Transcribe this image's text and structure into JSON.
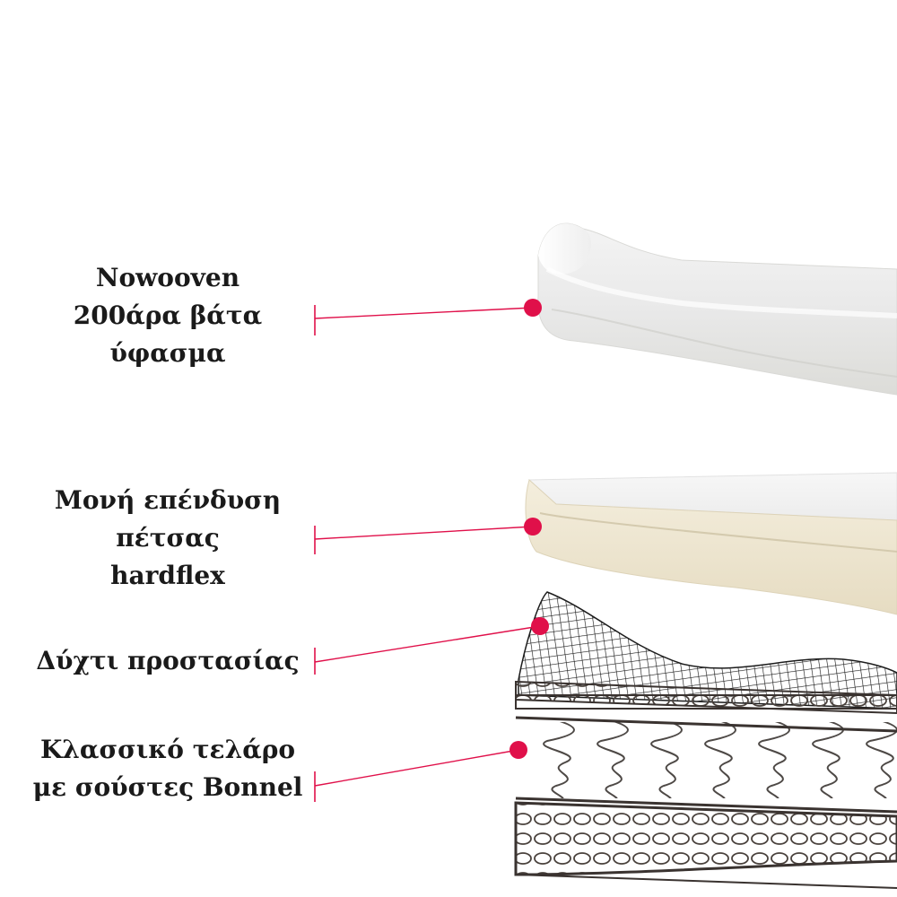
{
  "layers": [
    {
      "lines": [
        "Nowooven",
        "200άρα βάτα",
        "ύφασμα"
      ]
    },
    {
      "lines": [
        "Μονή επένδυση",
        "πέτσας",
        "hardflex"
      ]
    },
    {
      "lines": [
        "Δύχτι προστασίας"
      ]
    },
    {
      "lines": [
        "Κλασσικό τελάρο",
        "με σούστες Bonnel"
      ]
    }
  ],
  "colors": {
    "pointer": "#e0104a",
    "text": "#1a1a1a",
    "background": "#ffffff"
  }
}
